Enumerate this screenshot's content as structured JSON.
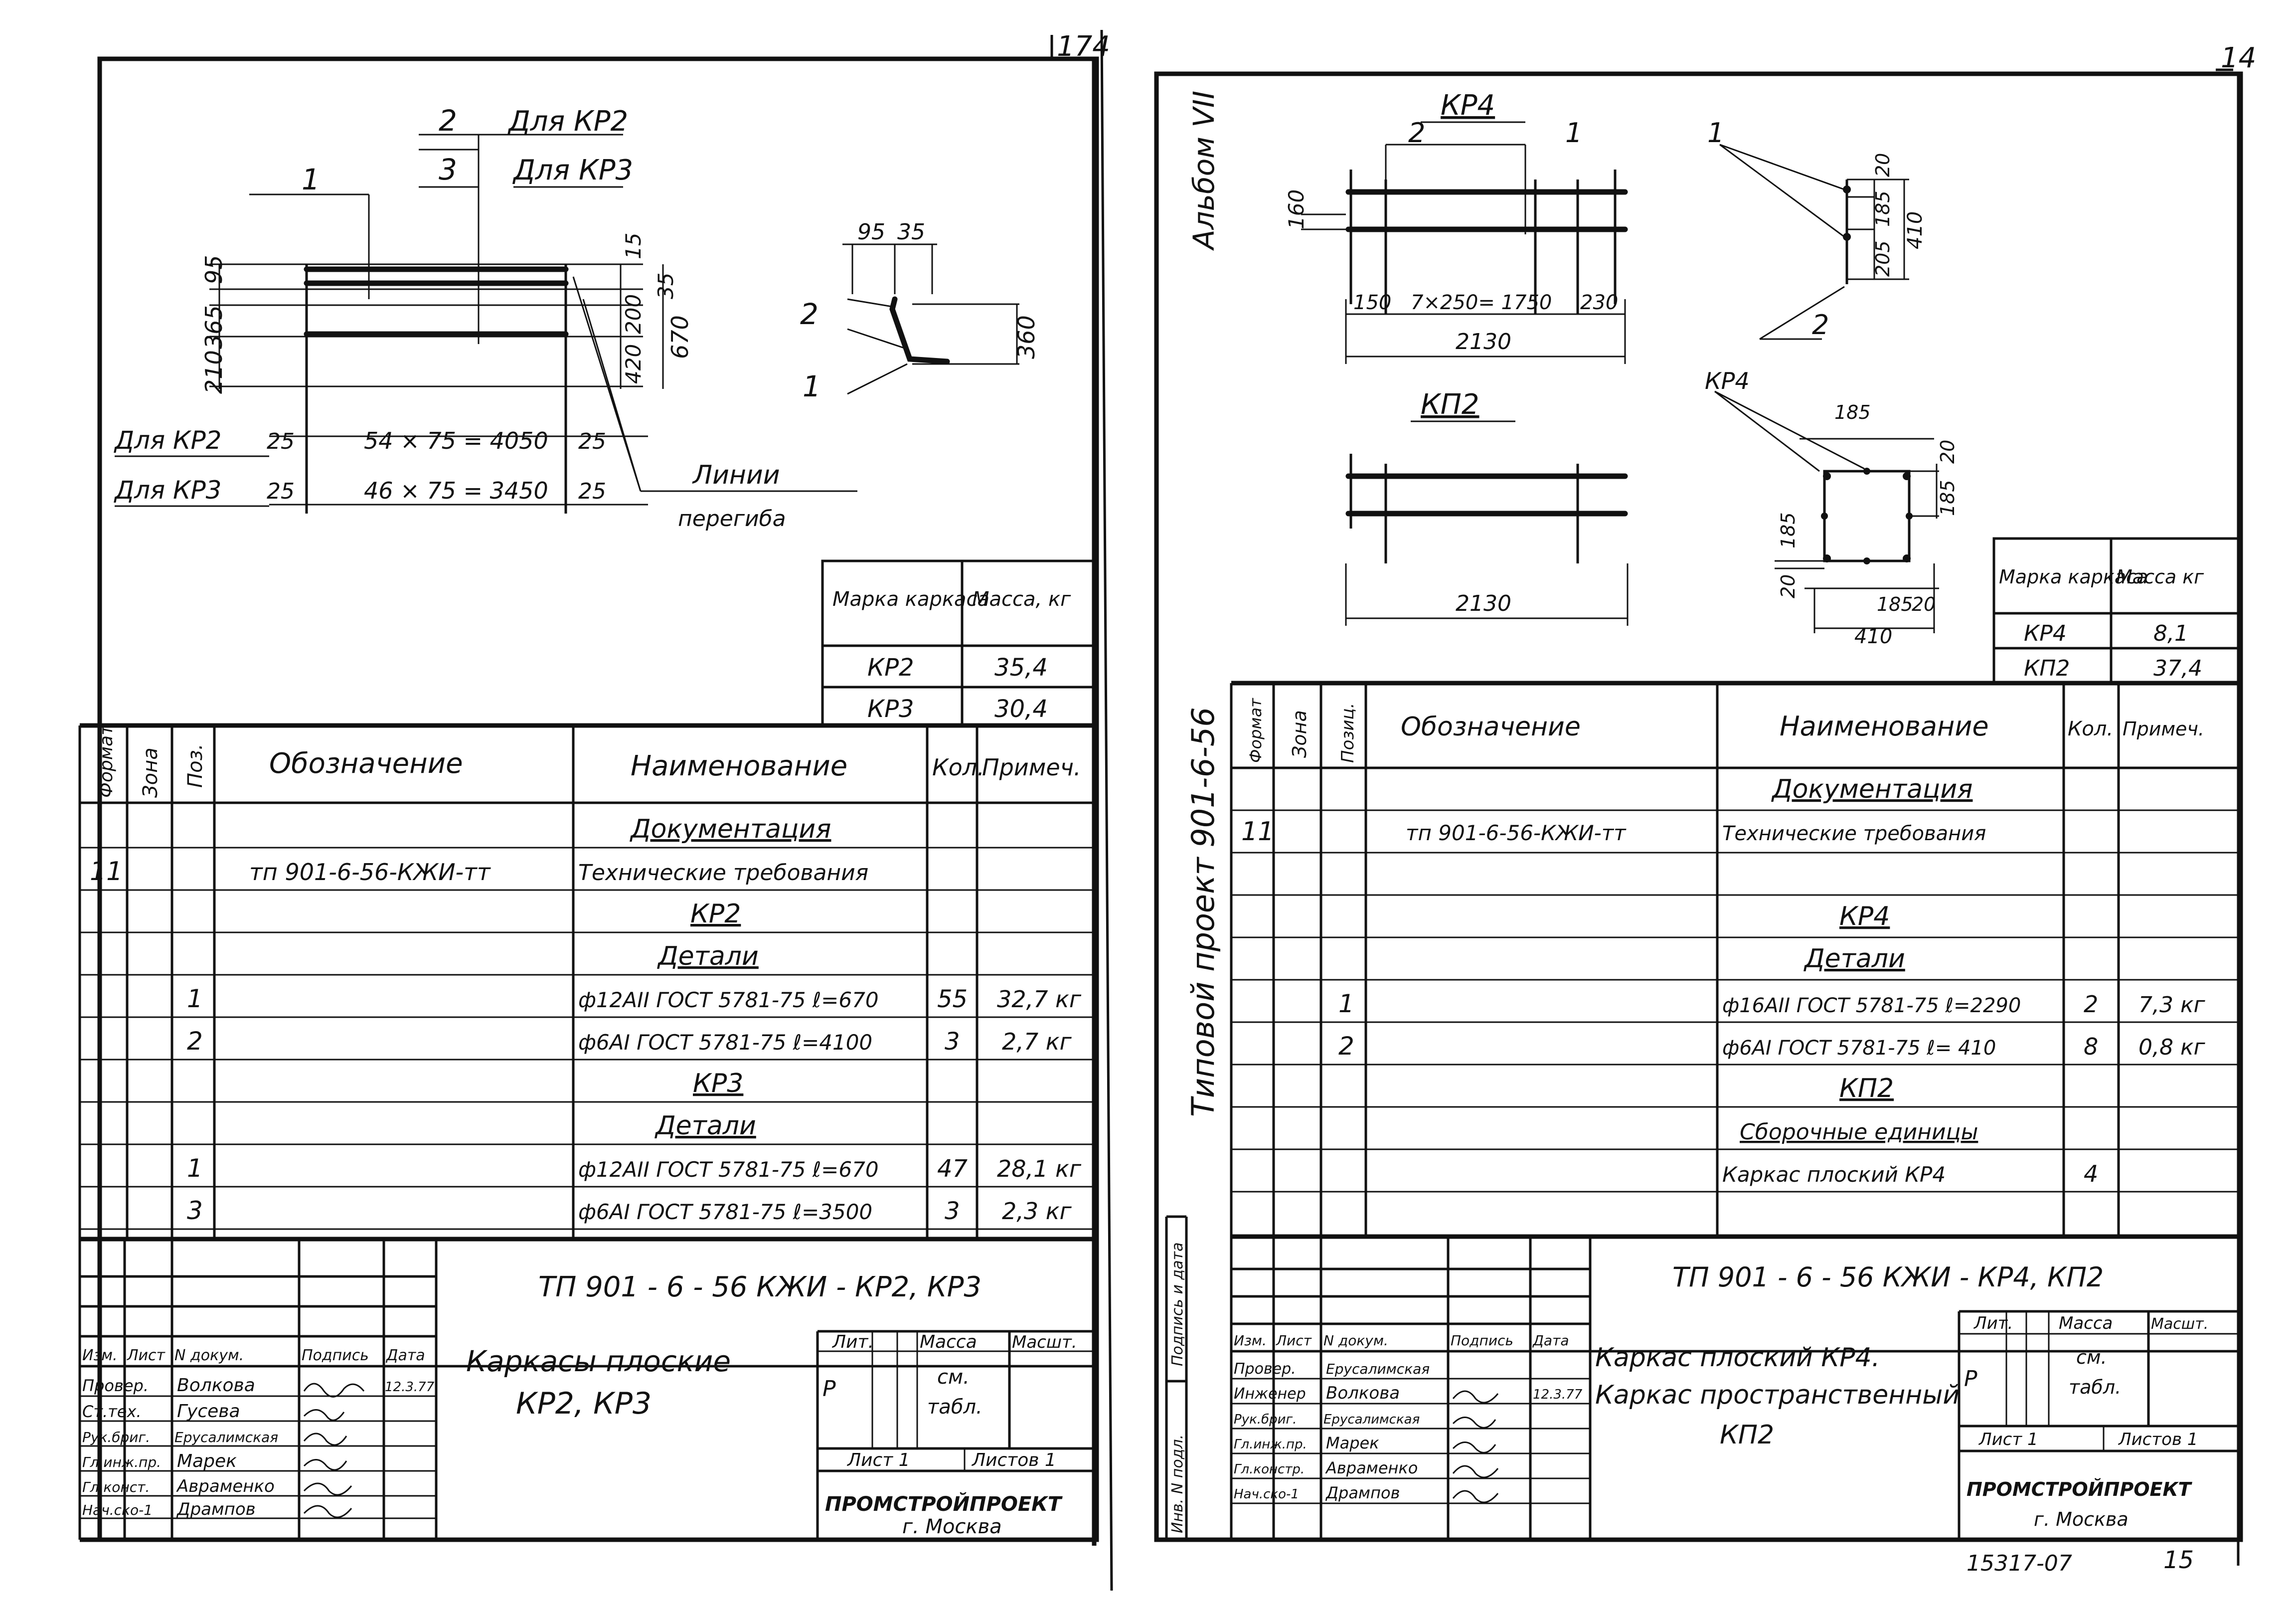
{
  "left": {
    "page_number": "174",
    "drawing": {
      "pos2": "2",
      "for_kr2_top": "Для КР2",
      "pos3": "3",
      "for_kr3_top": "Для КР3",
      "pos1": "1",
      "dim_95_v": "95",
      "dim_365": "365",
      "dim_210": "210",
      "dim_15": "15",
      "dim_35": "35",
      "dim_200": "200",
      "dim_420": "420",
      "dim_670": "670",
      "dim_95_h": "95",
      "dim_35_h": "35",
      "dim_360": "360",
      "side_pos2": "2",
      "side_pos1": "1",
      "for_kr2": "Для КР2",
      "for_kr3": "Для КР3",
      "d25_a": "25",
      "d25_b": "25",
      "d25_c": "25",
      "d25_d": "25",
      "span_kr2": "54 × 75 = 4050",
      "span_kr3": "46 × 75 = 3450",
      "bend1": "Линии",
      "bend2": "перегиба"
    },
    "mass_table": {
      "h1": "Марка каркаса",
      "h2": "Масса, кг",
      "rows": [
        [
          "КР2",
          "35,4"
        ],
        [
          "КР3",
          "30,4"
        ]
      ]
    },
    "spec": {
      "h_format": "Формат",
      "h_zone": "Зона",
      "h_pos": "Поз.",
      "h_designation": "Обозначение",
      "h_name": "Наименование",
      "h_qty": "Кол.",
      "h_note": "Примеч.",
      "r1_name": "Документация",
      "r2_format": "11",
      "r2_designation": "тп 901-6-56-КЖИ-тт",
      "r2_name": "Технические требования",
      "r3_name": "КР2",
      "r4_name": "Детали",
      "r5_pos": "1",
      "r5_name": "ф12АII ГОСТ 5781-75 ℓ=670",
      "r5_qty": "55",
      "r5_note": "32,7 кг",
      "r6_pos": "2",
      "r6_name": "ф6АI ГОСТ 5781-75 ℓ=4100",
      "r6_qty": "3",
      "r6_note": "2,7 кг",
      "r7_name": "КР3",
      "r8_name": "Детали",
      "r9_pos": "1",
      "r9_name": "ф12АII ГОСТ 5781-75 ℓ=670",
      "r9_qty": "47",
      "r9_note": "28,1 кг",
      "r10_pos": "3",
      "r10_name": "ф6АI ГОСТ 5781-75 ℓ=3500",
      "r10_qty": "3",
      "r10_note": "2,3 кг"
    },
    "title_block": {
      "code": "ТП   901 - 6 - 56    КЖИ - КР2, КР3",
      "h_izm": "Изм.",
      "h_list": "Лист",
      "h_ndoc": "N докум.",
      "h_sign": "Подпись",
      "h_date": "Дата",
      "roles": [
        "Провер.",
        "Ст.тех.",
        "Рук.бриг.",
        "Гл.инж.пр.",
        "Гл.конст.",
        "Нач.ско-1"
      ],
      "names": [
        "Волкова",
        "Гусева",
        "Ерусалимская",
        "Марек",
        "Авраменко",
        "Дрампов"
      ],
      "date": "12.3.77",
      "title1": "Каркасы плоские",
      "title2": "КР2,   КР3",
      "h_lit": "Лит.",
      "h_mass": "Масса",
      "h_scale": "Масшт.",
      "lit": "Р",
      "mass1": "см.",
      "mass2": "табл.",
      "sheet": "Лист 1",
      "sheets": "Листов 1",
      "org": "ПРОМСТРОЙПРОЕКТ",
      "city": "г. Москва"
    }
  },
  "right": {
    "page_number": "14",
    "album": "Альбом VII",
    "project": "Типовой проект 901-6-56",
    "side_label1": "Подпись и дата",
    "side_label2": "Инв. N подл.",
    "drawing": {
      "kr4_title": "КР4",
      "kr4_pos2": "2",
      "kr4_pos1": "1",
      "dim_160": "160",
      "dim_150": "150",
      "dim_span": "7×250= 1750",
      "dim_230": "230",
      "dim_2130": "2130",
      "sec_pos1": "1",
      "sec_pos2": "2",
      "dim_20": "20",
      "dim_185": "185",
      "dim_205": "205",
      "dim_410": "410",
      "kp2_title": "КП2",
      "kp2_2130": "2130",
      "kp_kr4": "КР4",
      "kp_185_top": "185",
      "kp_20_r": "20",
      "kp_185_r": "185",
      "kp_185_l": "185",
      "kp_20_l": "20",
      "kp_185_b": "185",
      "kp_20_b": "20",
      "kp_410": "410"
    },
    "mass_table": {
      "h1": "Марка каркаса",
      "h2": "Масса кг",
      "rows": [
        [
          "КР4",
          "8,1"
        ],
        [
          "КП2",
          "37,4"
        ]
      ]
    },
    "spec": {
      "h_format": "Формат",
      "h_zone": "Зона",
      "h_pos": "Позиц.",
      "h_designation": "Обозначение",
      "h_name": "Наименование",
      "h_qty": "Кол.",
      "h_note": "Примеч.",
      "r1_name": "Документация",
      "r2_format": "11",
      "r2_designation": "тп 901-6-56-КЖИ-тт",
      "r2_name": "Технические требования",
      "r4_name": "КР4",
      "r5_name": "Детали",
      "r6_pos": "1",
      "r6_name": "ф16АII ГОСТ 5781-75 ℓ=2290",
      "r6_qty": "2",
      "r6_note": "7,3 кг",
      "r7_pos": "2",
      "r7_name": "ф6АI ГОСТ 5781-75 ℓ= 410",
      "r7_qty": "8",
      "r7_note": "0,8 кг",
      "r8_name": "КП2",
      "r9_name": "Сборочные единицы",
      "r10_name": "Каркас плоский   КР4",
      "r10_qty": "4"
    },
    "title_block": {
      "code": "ТП   901 - 6 - 56    КЖИ - КР4, КП2",
      "h_izm": "Изм.",
      "h_list": "Лист",
      "h_ndoc": "N докум.",
      "h_sign": "Подпись",
      "h_date": "Дата",
      "roles": [
        "Провер.",
        "Инженер",
        "Рук.бриг.",
        "Гл.инж.пр.",
        "Гл.констр.",
        "Нач.ско-1"
      ],
      "names": [
        "Ерусалимская",
        "Волкова",
        "Ерусалимская",
        "Марек",
        "Авраменко",
        "Дрампов"
      ],
      "date": "12.3.77",
      "title1": "Каркас плоский КР4.",
      "title2": "Каркас пространственный",
      "title3": "КП2",
      "h_lit": "Лит.",
      "h_mass": "Масса",
      "h_scale": "Масшт.",
      "lit": "Р",
      "mass1": "см.",
      "mass2": "табл.",
      "sheet": "Лист 1",
      "sheets": "Листов 1",
      "org": "ПРОМСТРОЙПРОЕКТ",
      "city": "г. Москва",
      "archive": "15317-07",
      "page": "15"
    }
  }
}
